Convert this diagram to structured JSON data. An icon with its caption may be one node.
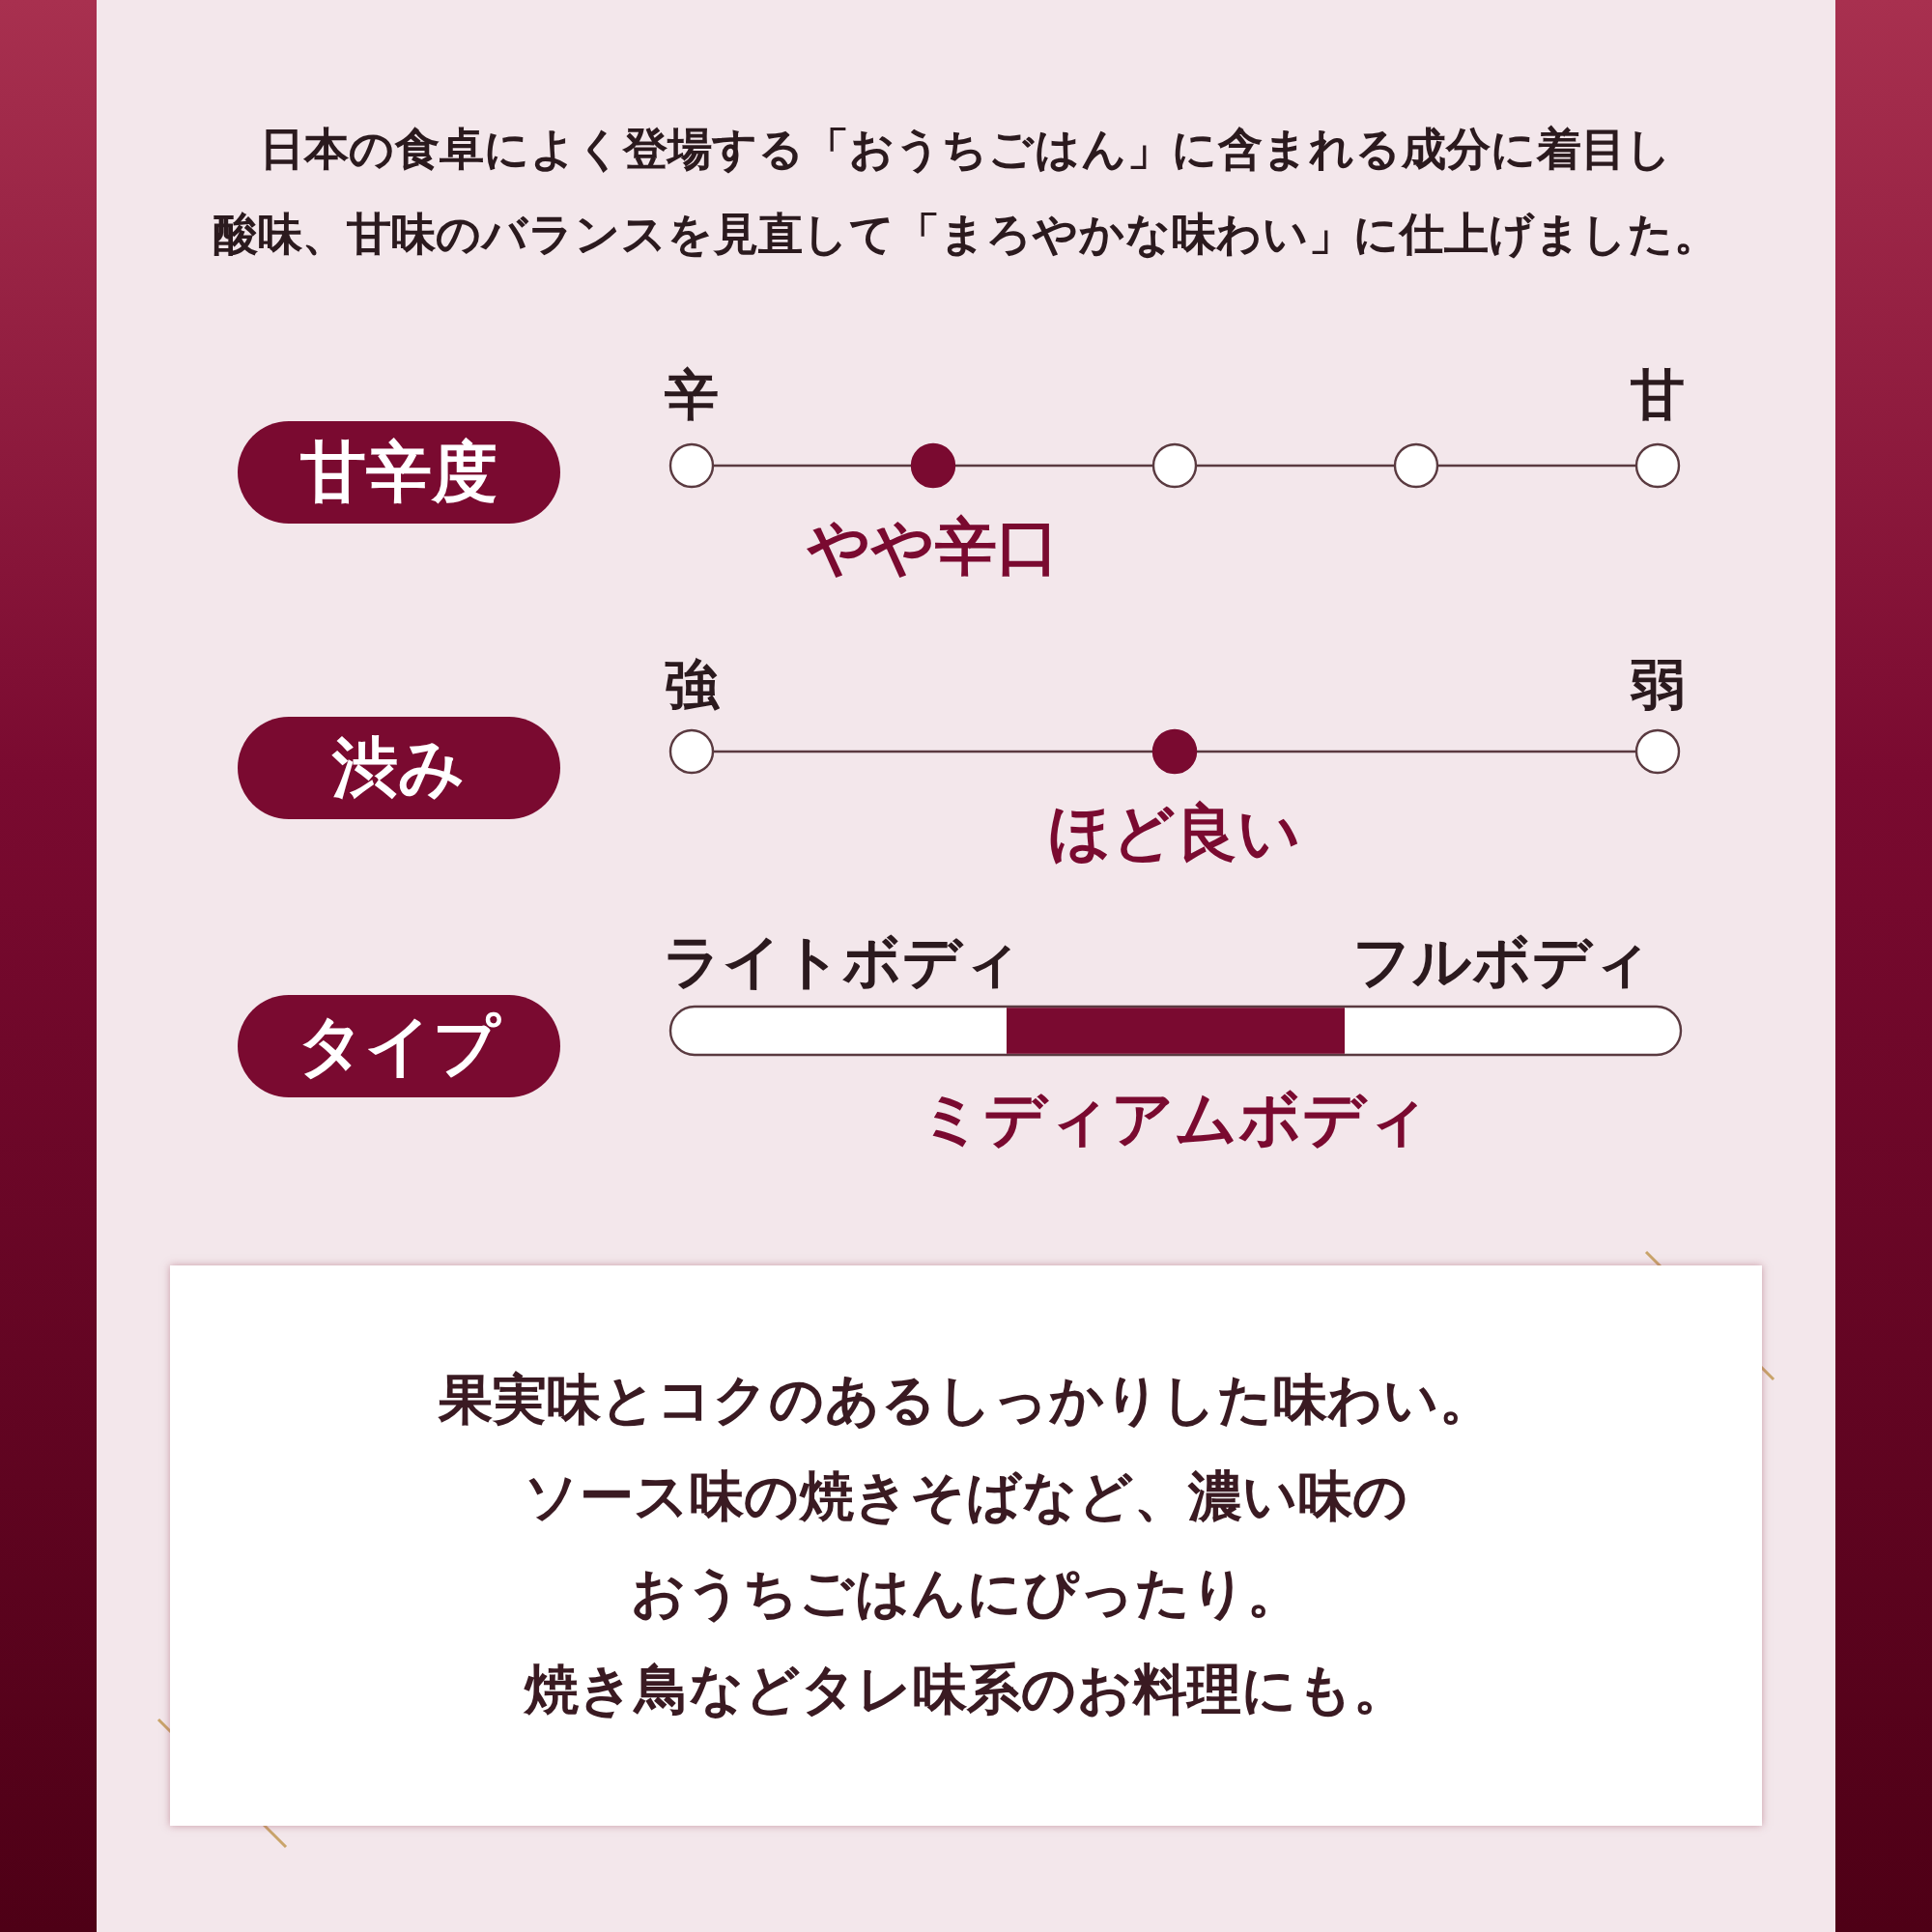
{
  "diagram": {
    "nodes": [
      {
        "text": [
          "甘辛度"
        ]
      },
      {
        "text": [
          "渋み"
        ]
      },
      {
        "text": [
          "タイプ"
        ]
      },
      {
        "text": [
          "果実味とコクのあるしっかりした味わい。",
          "ソース味の焼きそばなど、濃い味のおうちごはんにぴったり。",
          "焼き鳥などタレ味系のお料理にも。"
        ]
      }
    ],
    "edges": [],
    "labels": [
      "日本の食卓によく登場する**「おうちごはん」**に含まれる成分に着目し",
      "酸味、甘味のバランスを見直して**「まろやかな味わい」**に仕上げました。",
      "辛",
      "甘",
      "やや辛口",
      "強",
      "弱",
      "ほど良い",
      "ライトボディ",
      "フルボディ",
      "ミディアムボディ"
    ]
  }
}
